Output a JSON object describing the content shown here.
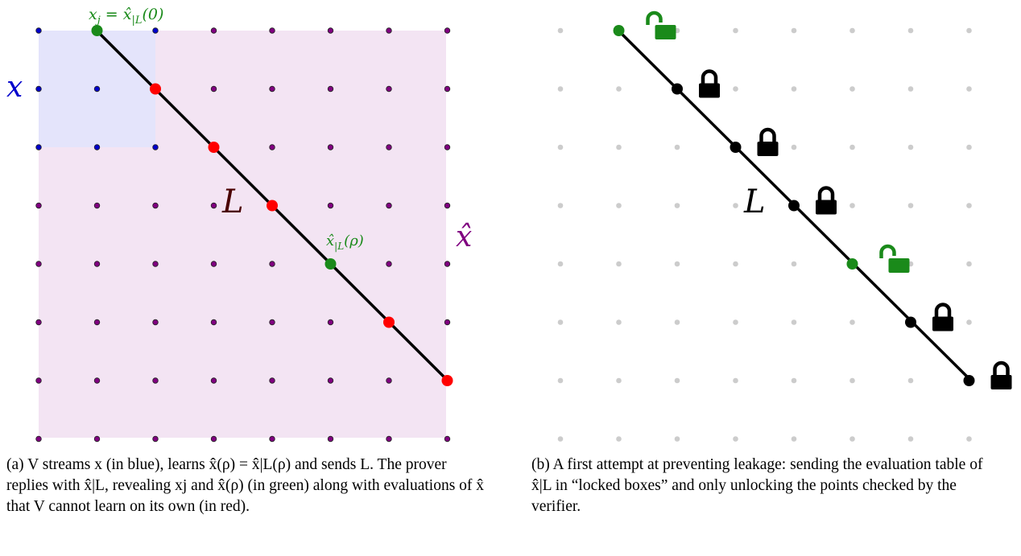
{
  "panel_a": {
    "label_xj": "x_j = x̂_{|L}(0)",
    "label_x": "x",
    "label_L": "L",
    "label_rho": "x̂_{|L}(ρ)",
    "label_xhat": "x̂",
    "caption": "(a) V streams x (in blue), learns x̂(ρ) = x̂|L(ρ) and sends L. The prover replies with x̂|L, revealing xj and x̂(ρ) (in green) along with evaluations of x̂ that V cannot learn on its own (in red).",
    "colors": {
      "blue": "#0000cc",
      "purple": "#800080",
      "green": "#1a8a1a",
      "red": "#ff0000",
      "blue_region": "#e4e4fb",
      "purple_region": "#f3e4f3"
    }
  },
  "panel_b": {
    "label_L": "L",
    "caption": "(b) A first attempt at preventing leakage: sending the evaluation table of x̂|L in “locked boxes” and only unlocking the points checked by the verifier.",
    "colors": {
      "grid": "#cccccc",
      "black": "#000000",
      "green": "#1a8a1a"
    },
    "lock_states": [
      "unlocked",
      "locked",
      "locked",
      "locked",
      "unlocked",
      "locked",
      "locked"
    ]
  }
}
